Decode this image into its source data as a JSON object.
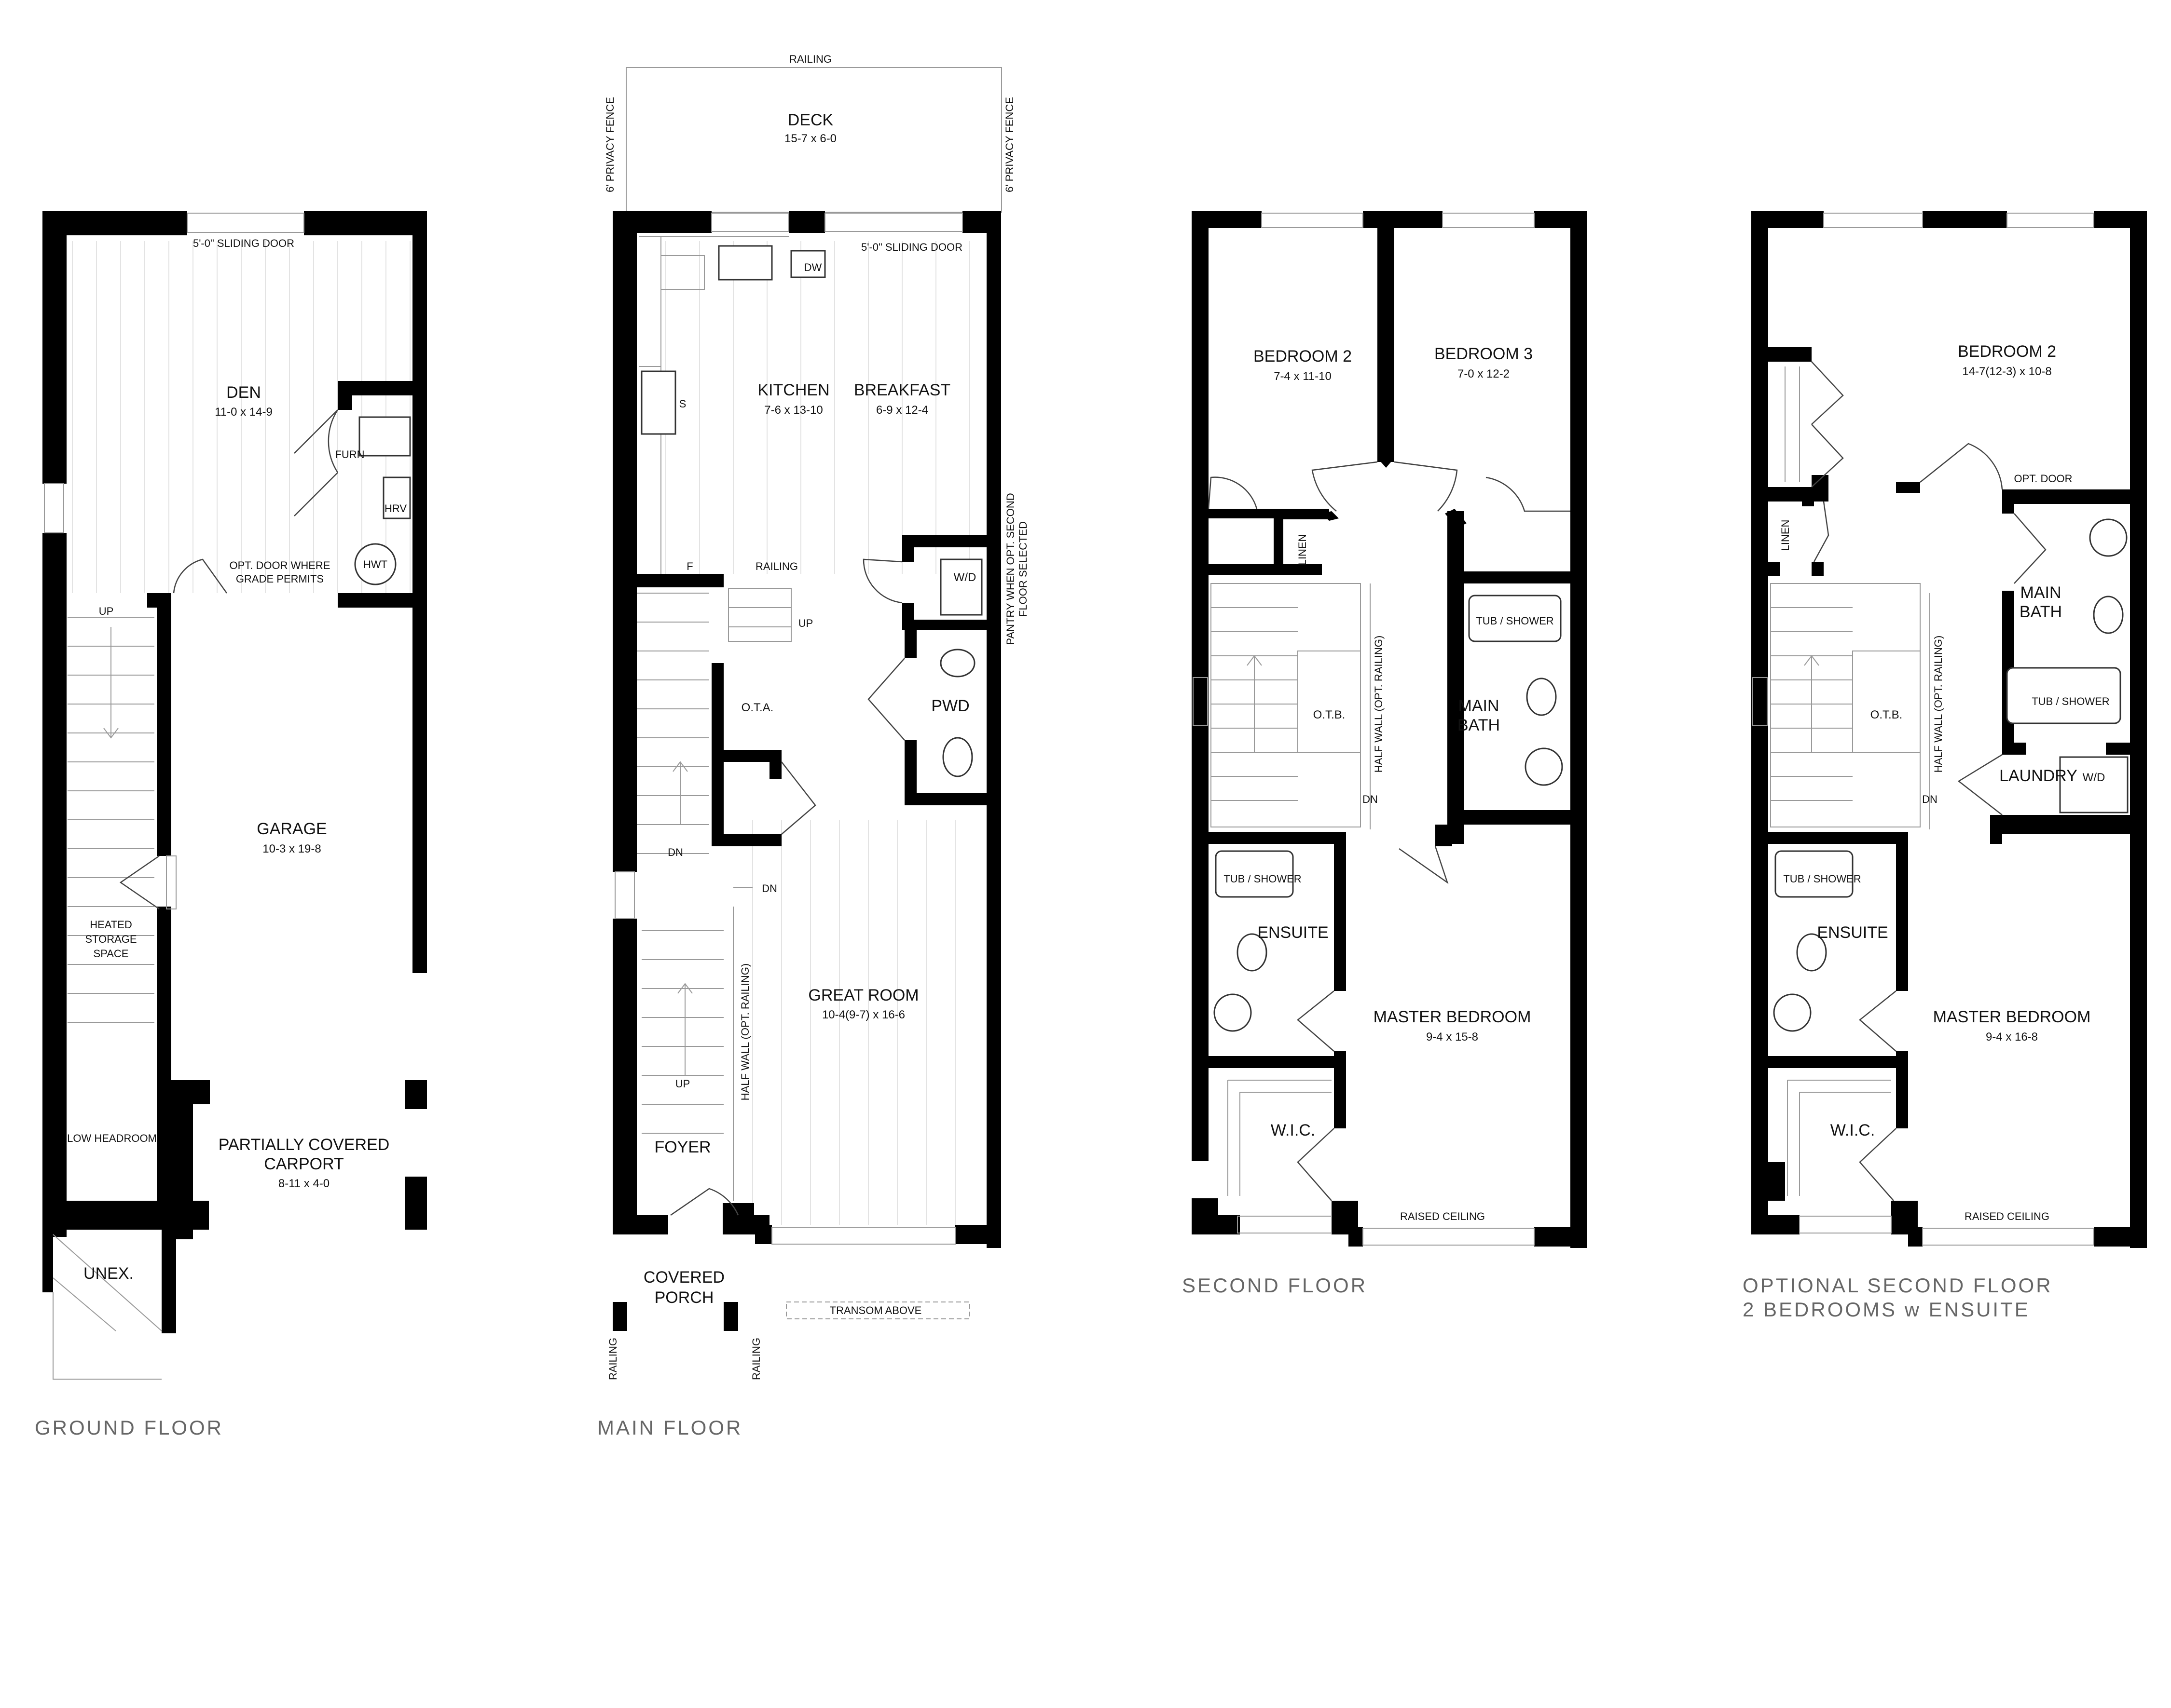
{
  "ground_floor": {
    "title": "GROUND FLOOR",
    "den": {
      "name": "DEN",
      "dim": "11-0 x 14-9"
    },
    "sliding_door": "5'-0\" SLIDING DOOR",
    "furn": "FURN",
    "hrv": "HRV",
    "hwt": "HWT",
    "opt_door_1": "OPT. DOOR WHERE",
    "opt_door_2": "GRADE PERMITS",
    "up": "UP",
    "garage": {
      "name": "GARAGE",
      "dim": "10-3 x 19-8"
    },
    "heated_1": "HEATED",
    "heated_2": "STORAGE",
    "heated_3": "SPACE",
    "low_headroom": "LOW HEADROOM",
    "carport_1": "PARTIALLY COVERED",
    "carport_2": "CARPORT",
    "carport_dim": "8-11 x 4-0",
    "unex": "UNEX."
  },
  "main_floor": {
    "title": "MAIN FLOOR",
    "railing_top": "RAILING",
    "deck": {
      "name": "DECK",
      "dim": "15-7 x 6-0"
    },
    "privacy_fence": "6' PRIVACY FENCE",
    "dw": "DW",
    "sliding_door": "5'-0\" SLIDING DOOR",
    "kitchen": {
      "name": "KITCHEN",
      "dim": "7-6 x 13-10"
    },
    "breakfast": {
      "name": "BREAKFAST",
      "dim": "6-9 x 12-4"
    },
    "s": "S",
    "f": "F",
    "railing": "RAILING",
    "up": "UP",
    "wd": "W/D",
    "pantry_1": "PANTRY WHEN OPT. SECOND",
    "pantry_2": "FLOOR SELECTED",
    "ota": "O.T.A.",
    "pwd": "PWD",
    "dn": "DN",
    "dn2": "DN",
    "great_room": {
      "name": "GREAT ROOM",
      "dim": "10-4(9-7) x 16-6"
    },
    "half_wall": "HALF WALL (OPT. RAILING)",
    "up2": "UP",
    "foyer": "FOYER",
    "covered_1": "COVERED",
    "covered_2": "PORCH",
    "railing_l": "RAILING",
    "railing_r": "RAILING",
    "transom": "TRANSOM ABOVE"
  },
  "second_floor": {
    "title": "SECOND FLOOR",
    "bedroom2": {
      "name": "BEDROOM 2",
      "dim": "7-4 x 11-10"
    },
    "bedroom3": {
      "name": "BEDROOM 3",
      "dim": "7-0 x 12-2"
    },
    "linen": "LINEN",
    "tub_shower": "TUB / SHOWER",
    "otb": "O.T.B.",
    "half_wall": "HALF WALL (OPT. RAILING)",
    "main_bath_1": "MAIN",
    "main_bath_2": "BATH",
    "dn": "DN",
    "tub_shower2": "TUB / SHOWER",
    "ensuite": "ENSUITE",
    "master": {
      "name": "MASTER BEDROOM",
      "dim": "9-4 x 15-8"
    },
    "wic": "W.I.C.",
    "raised": "RAISED CEILING"
  },
  "optional_second_floor": {
    "title_1": "OPTIONAL SECOND FLOOR",
    "title_2": "2 BEDROOMS w ENSUITE",
    "bedroom2": {
      "name": "BEDROOM 2",
      "dim": "14-7(12-3) x 10-8"
    },
    "opt_door": "OPT. DOOR",
    "linen": "LINEN",
    "main_bath_1": "MAIN",
    "main_bath_2": "BATH",
    "tub_shower": "TUB / SHOWER",
    "otb": "O.T.B.",
    "half_wall": "HALF WALL (OPT. RAILING)",
    "laundry": "LAUNDRY",
    "wd": "W/D",
    "dn": "DN",
    "tub_shower2": "TUB / SHOWER",
    "ensuite": "ENSUITE",
    "master": {
      "name": "MASTER BEDROOM",
      "dim": "9-4 x 16-8"
    },
    "wic": "W.I.C.",
    "raised": "RAISED CEILING"
  }
}
